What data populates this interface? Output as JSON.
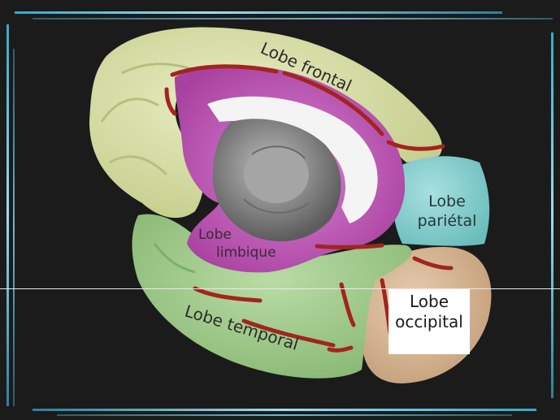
{
  "labels": {
    "frontal": "Lobe frontal",
    "parietal_line1": "Lobe",
    "parietal_line2": "pariétal",
    "limbic_line1": "Lobe",
    "limbic_line2": "limbique",
    "occipital_line1": "Lobe",
    "occipital_line2": "occipital",
    "temporal": "Lobe temporal"
  },
  "colors": {
    "background": "#1b1b1b",
    "frame_accent": "#3aa6c8",
    "frontal": "#d9dfa8",
    "parietal": "#8ed3d4",
    "limbic": "#c65fc0",
    "occipital": "#d9b996",
    "temporal": "#a5cf8f",
    "sulcus": "#a3241f",
    "brainstem": "#8f8f8f"
  }
}
